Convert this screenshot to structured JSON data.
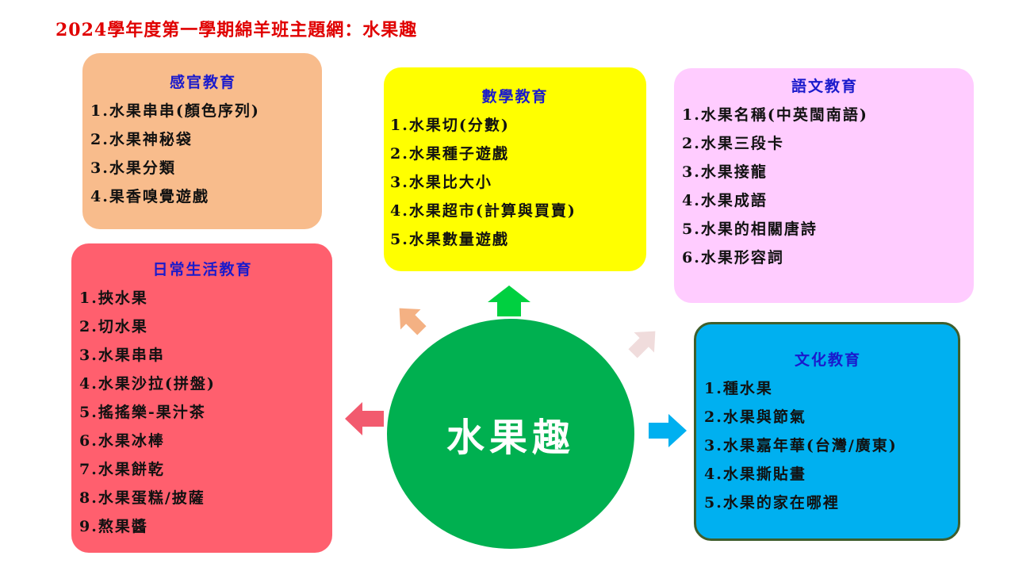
{
  "title": "2024學年度第一學期綿羊班主題網：水果趣",
  "center": {
    "label": "水果趣",
    "color": "#00b050"
  },
  "colors": {
    "title": "#e00000",
    "heading": "#1a1acc",
    "sensory": "#f8bc8c",
    "math": "#ffff00",
    "language": "#ffccff",
    "daily": "#ff5f6e",
    "culture": "#00b0f0",
    "culture_border": "#3f5e2c",
    "arrow_sensory": "#f4b183",
    "arrow_math": "#00d040",
    "arrow_language": "#f0dcdc",
    "arrow_daily": "#f25a6e",
    "arrow_culture": "#00b0f0"
  },
  "sensory": {
    "heading": "感官教育",
    "items": [
      "1.水果串串(顏色序列)",
      "2.水果神秘袋",
      "3.水果分類",
      "4.果香嗅覺遊戲"
    ]
  },
  "math": {
    "heading": "數學教育",
    "items": [
      "1.水果切(分數)",
      "2.水果種子遊戲",
      "3.水果比大小",
      "4.水果超市(計算與買賣)",
      "5.水果數量遊戲"
    ]
  },
  "language": {
    "heading": "語文教育",
    "items": [
      "1.水果名稱(中英閩南語)",
      "2.水果三段卡",
      "3.水果接龍",
      "4.水果成語",
      "5.水果的相關唐詩",
      "6.水果形容詞"
    ]
  },
  "daily": {
    "heading": "日常生活教育",
    "items": [
      "1.挾水果",
      "2.切水果",
      "3.水果串串",
      "4.水果沙拉(拼盤)",
      "5.搖搖樂-果汁茶",
      "6.水果冰棒",
      "7.水果餅乾",
      "8.水果蛋糕/披薩",
      "9.熬果醬"
    ]
  },
  "culture": {
    "heading": "文化教育",
    "items": [
      "1.種水果",
      "2.水果與節氣",
      "3.水果嘉年華(台灣/廣東)",
      "4.水果撕貼畫",
      "5.水果的家在哪裡"
    ]
  }
}
